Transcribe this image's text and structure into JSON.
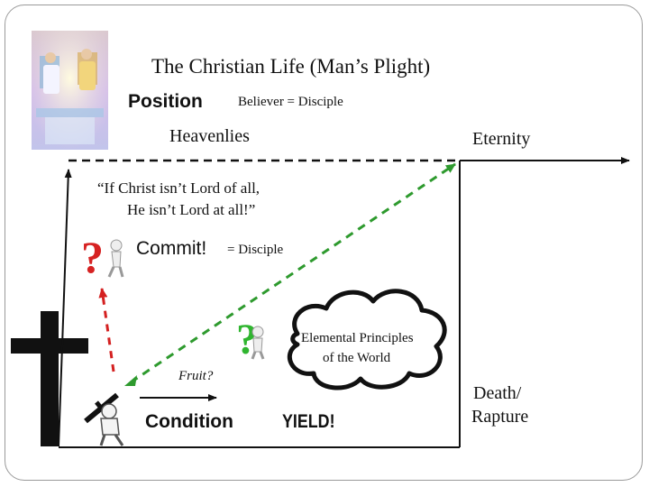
{
  "title": "The Christian Life (Man’s Plight)",
  "position_label": "Position",
  "position_note": "Believer = Disciple",
  "heavenlies": "Heavenlies",
  "eternity": "Eternity",
  "quote_line1": "“If Christ isn’t Lord of all,",
  "quote_line2": "He isn’t Lord at all!”",
  "commit_label": "Commit!",
  "commit_note": "= Disciple",
  "elemental_line1": "Elemental Principles",
  "elemental_line2": "of the World",
  "fruit_label": "Fruit?",
  "condition_label": "Condition",
  "yield_label": "YIELD!",
  "death_label": "Death/",
  "rapture_label": "Rapture",
  "colors": {
    "green_arrow": "#2e9a2e",
    "red_arrow": "#d42020",
    "question_red": "#d62222",
    "question_green": "#2fb52f",
    "line": "#111111"
  }
}
